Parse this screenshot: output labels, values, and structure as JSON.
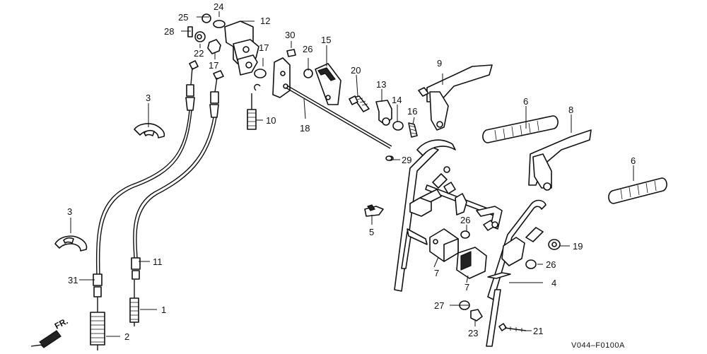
{
  "diagram": {
    "code": "V044–F0100A",
    "direction_label": "FR.",
    "callouts": {
      "c1": "1",
      "c2": "2",
      "c3a": "3",
      "c3b": "3",
      "c4": "4",
      "c5": "5",
      "c6a": "6",
      "c6b": "6",
      "c7a": "7",
      "c7b": "7",
      "c8": "8",
      "c9": "9",
      "c10": "10",
      "c11": "11",
      "c12": "12",
      "c13": "13",
      "c14": "14",
      "c15": "15",
      "c16": "16",
      "c17a": "17",
      "c17b": "17",
      "c18": "18",
      "c19": "19",
      "c20": "20",
      "c21": "21",
      "c22": "22",
      "c23": "23",
      "c24": "24",
      "c25": "25",
      "c26a": "26",
      "c26b": "26",
      "c26c": "26",
      "c27": "27",
      "c28": "28",
      "c29": "29",
      "c30": "30",
      "c31": "31"
    }
  }
}
